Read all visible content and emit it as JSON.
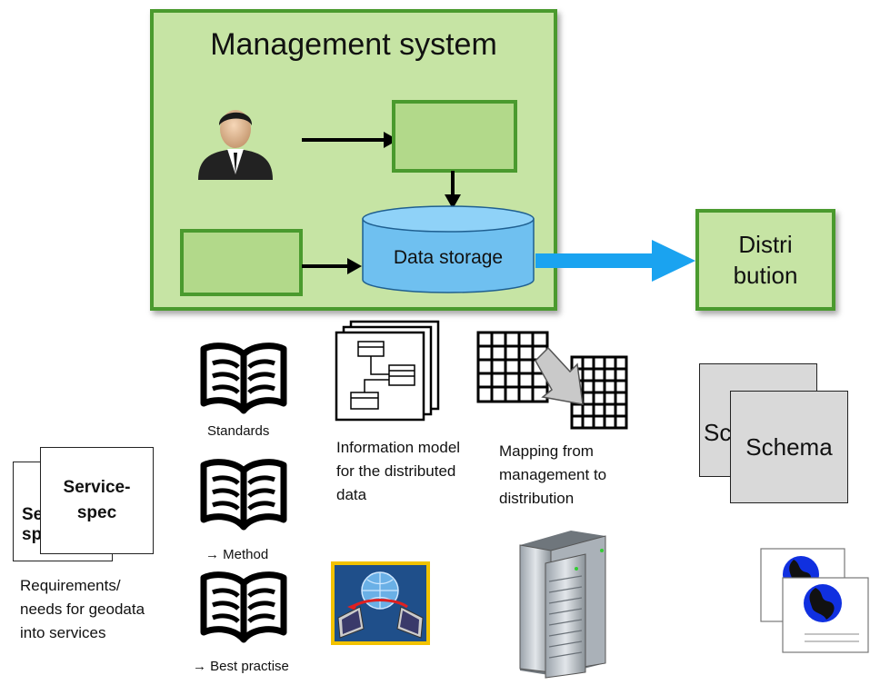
{
  "management": {
    "title": "Management system"
  },
  "storage": {
    "label": "Data storage"
  },
  "distribution": {
    "label": "Distri\nbution"
  },
  "books": {
    "standards": "Standards",
    "method": "→ Method",
    "best_practice": "→ Best practise"
  },
  "info_model": {
    "label": "Information model for the distributed data"
  },
  "mapping": {
    "label": "Mapping from management to distribution"
  },
  "schema": {
    "back": "Schema",
    "front": "Schema"
  },
  "service_spec": {
    "back": "Service-spec",
    "front": "Service-spec"
  },
  "requirements": {
    "label": "Requirements/ needs for geodata into services"
  },
  "colors": {
    "green_fill": "#c6e4a4",
    "green_border": "#4a9a2e",
    "storage_fill": "#6fc0f0",
    "arrow_blue": "#1aa3f0"
  }
}
